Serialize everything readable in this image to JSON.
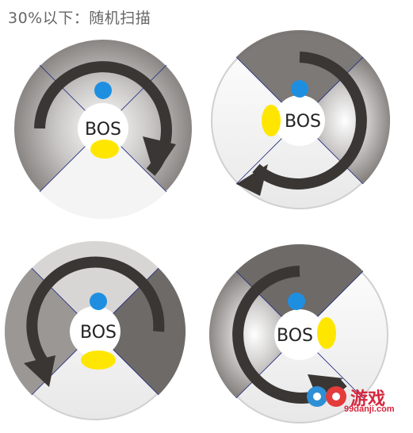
{
  "caption": "30%以下：随机扫描",
  "boss_label": "BOS",
  "panels": [
    {
      "id": "top-left",
      "rotation_deg": 0,
      "arrow": "clockwise"
    },
    {
      "id": "top-right",
      "rotation_deg": 90,
      "arrow": "clockwise"
    },
    {
      "id": "bottom-left",
      "rotation_deg": 270,
      "arrow": "counterclockwise"
    },
    {
      "id": "bottom-right",
      "rotation_deg": 180,
      "arrow": "counterclockwise"
    }
  ],
  "colors": {
    "marker_blue": "#1e8fe0",
    "marker_yellow": "#ffe600",
    "arrow": "#3a3634",
    "quadrant_dark": "#6e6a67",
    "quadrant_light": "#f2f2f2",
    "line": "#1a237e"
  },
  "watermark": {
    "brand": "99游戏",
    "url": "99danji.com"
  }
}
